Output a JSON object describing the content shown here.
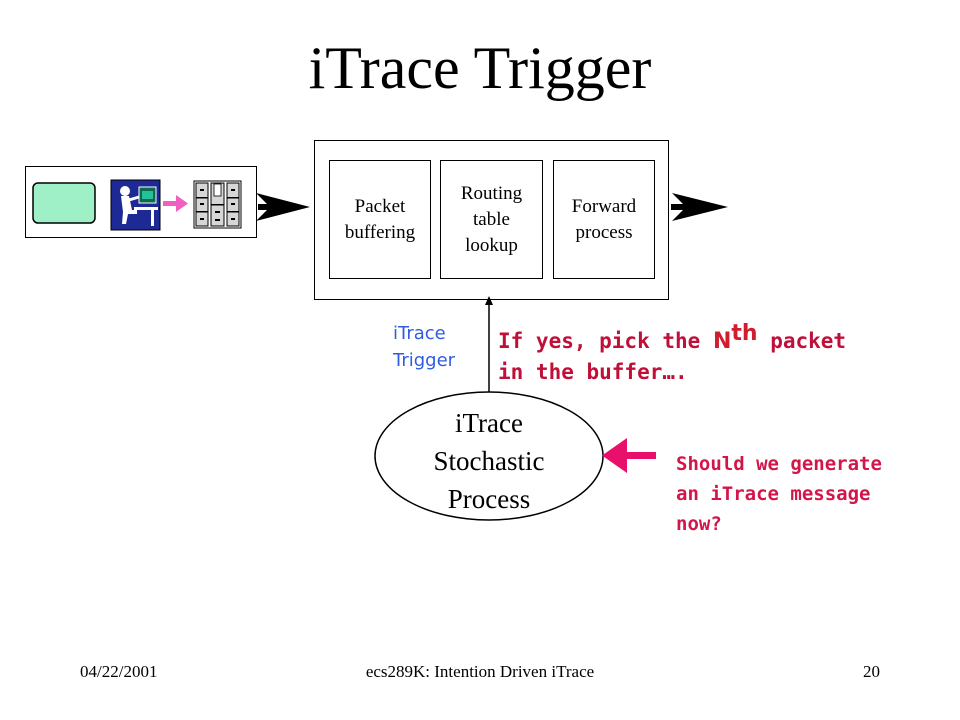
{
  "title": "iTrace Trigger",
  "router": {
    "stages": [
      {
        "label": "Packet\nbuffering"
      },
      {
        "label": "Routing\ntable\nlookup"
      },
      {
        "label": "Forward\nprocess"
      }
    ]
  },
  "trigger": {
    "label": "iTrace\nTrigger",
    "color": "#2f5de0"
  },
  "stochastic": {
    "label": "iTrace\nStochastic\nProcess"
  },
  "notes": {
    "yes_line1_prefix": "If yes, pick the ",
    "yes_n": "N",
    "yes_sup": "th",
    "yes_line1_suffix": " packet",
    "yes_line2": "in the buffer….",
    "should": "Should we generate\nan iTrace message\nnow?",
    "color": "#c0103a"
  },
  "input_icons": {
    "terminal": "green-terminal-icon",
    "user": "user-at-computer-icon",
    "server": "server-rack-icon"
  },
  "footer": {
    "date": "04/22/2001",
    "course": "ecs289K: Intention Driven iTrace",
    "page": "20"
  }
}
